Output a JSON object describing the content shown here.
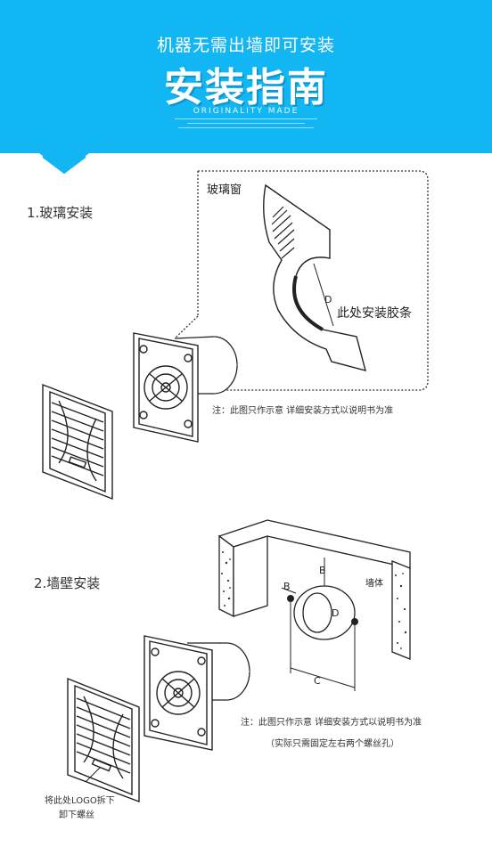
{
  "header": {
    "subtitle": "机器无需出墙即可安装",
    "title": "安装指南",
    "tagline": "ORIGINALITY MADE"
  },
  "section1": {
    "label": "1.玻璃安装",
    "window_label": "玻璃窗",
    "tape_label": "此处安装胶条",
    "dim_d": "D",
    "note": "注：此图只作示意 详细安装方式以说明书为准"
  },
  "section2": {
    "label": "2.墙壁安装",
    "wall_label": "墙体",
    "dim_b_top": "B",
    "dim_b_left": "B",
    "dim_d": "D",
    "dim_c": "C",
    "note": "注：此图只作示意 详细安装方式以说明书为准",
    "note2": "（实际只需固定左右两个螺丝孔）",
    "logo_note_line1": "将此处LOGO拆下",
    "logo_note_line2": "卸下螺丝"
  },
  "colors": {
    "banner": "#12b6f3",
    "banner_dark": "#0aa2dc",
    "line": "#222222"
  }
}
